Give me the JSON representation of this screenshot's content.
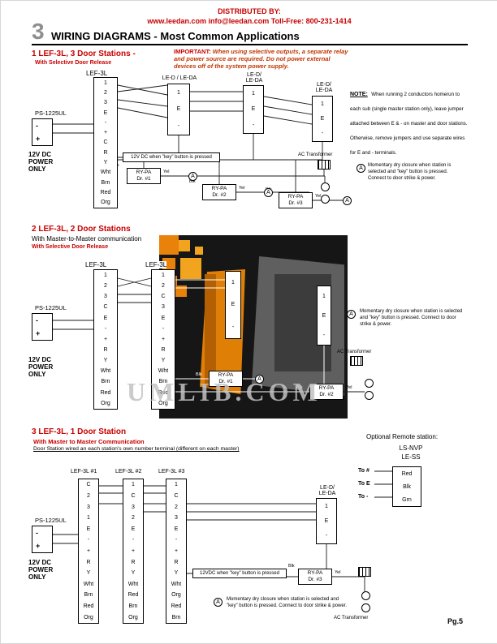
{
  "header": {
    "distributed_by": "DISTRIBUTED BY:",
    "contact": "www.leedan.com    info@leedan.com    Toll-Free: 800-231-1414",
    "chapter_number": "3",
    "title": "WIRING DIAGRAMS - Most Common Applications"
  },
  "common": {
    "ps_label": "PS-1225UL",
    "minus": "-",
    "plus": "+",
    "power": "12V DC\nPOWER\nONLY",
    "ac_transformer": "AC Transformer",
    "momentary_note": "Momentary dry closure when station is selected and \"key\" button is pressed. Connect to door strike & power.",
    "a_marker": "A",
    "blk": "Blk",
    "yel": "Yel",
    "key_note": "12V DC when \"key\" button is pressed"
  },
  "sections": {
    "s1": {
      "heading": "1 LEF-3L, 3 Door Stations -",
      "subheading": "With Selective Door Release",
      "important_label": "IMPORTANT:",
      "important_text": "When using selective outputs, a separate relay and power source are required. Do not power external devices off of the system power supply.",
      "lef_label": "LEF-3L",
      "lef_terminals": [
        "1",
        "2",
        "3",
        "E",
        "-",
        "+",
        "C",
        "R",
        "Y",
        "Wht",
        "Brn",
        "Red",
        "Org"
      ],
      "door_labels": [
        "LE-D / LE-DA",
        "LE-D/\nLE-DA",
        "LE-D/\nLE-DA"
      ],
      "door_terminals": [
        "1",
        "E",
        "-"
      ],
      "note_label": "NOTE:",
      "note_text": "When running 2 conductors homerun to each sub (single master station only), leave jumper attached between E & - on master and door stations. Otherwise, remove jumpers and use separate wires for E and - terminals.",
      "relays": [
        {
          "name": "RY-PA",
          "dr": "Dr. #1"
        },
        {
          "name": "RY-PA",
          "dr": "Dr. #2"
        },
        {
          "name": "RY-PA",
          "dr": "Dr. #3"
        }
      ]
    },
    "s2": {
      "heading": "2 LEF-3L, 2 Door Stations",
      "sub1": "With Master-to-Master communication",
      "sub2": "With Selective Door Release",
      "lef1_label": "LEF-3L",
      "lef2_label": "LEF-3L",
      "lef1_terminals": [
        "1",
        "2",
        "3",
        "C",
        "E",
        "-",
        "+",
        "R",
        "Y",
        "Wht",
        "Brn",
        "Red",
        "Org"
      ],
      "lef2_terminals": [
        "1",
        "2",
        "C",
        "3",
        "E",
        "-",
        "+",
        "R",
        "Y",
        "Wht",
        "Brn",
        "Red",
        "Org"
      ],
      "door_terminals": [
        "1",
        "E",
        "-"
      ],
      "relays": [
        {
          "name": "RY-PA",
          "dr": "Dr. #1"
        },
        {
          "name": "RY-PA",
          "dr": "Dr. #2"
        }
      ],
      "watermark": "UMLIB.COM"
    },
    "s3": {
      "heading": "3 LEF-3L, 1 Door Station",
      "sub1": "With Master to Master Communication",
      "sub2": "Door Station wired an each station's own number terminal (different on each master)",
      "masters": [
        {
          "label": "LEF-3L #1",
          "terminals": [
            "C",
            "2",
            "3",
            "1",
            "E",
            "-",
            "+",
            "R",
            "Y",
            "Wht",
            "Brn",
            "Red",
            "Org"
          ]
        },
        {
          "label": "LEF-3L #2",
          "terminals": [
            "1",
            "C",
            "3",
            "2",
            "E",
            "-",
            "+",
            "R",
            "Y",
            "Wht",
            "Red",
            "Brn",
            "Org"
          ]
        },
        {
          "label": "LEF-3L #3",
          "terminals": [
            "1",
            "C",
            "2",
            "3",
            "E",
            "-",
            "+",
            "R",
            "Y",
            "Wht",
            "Org",
            "Red",
            "Brn"
          ]
        }
      ],
      "door_label": "LE-D/\nLE-DA",
      "door_terminals": [
        "1",
        "E",
        "-"
      ],
      "relay": {
        "name": "RY-PA",
        "dr": "Dr. #3"
      },
      "key_note": "12VDC when \"key\" button is pressed",
      "optional": {
        "title": "Optional Remote station:",
        "model1": "LS-NVP",
        "model2": "LE-SS",
        "rows": [
          {
            "to": "To #",
            "color": "Red"
          },
          {
            "to": "To E",
            "color": "Blk"
          },
          {
            "to": "To -",
            "color": "Grn"
          }
        ]
      }
    }
  },
  "page": {
    "number": "Pg.5"
  }
}
